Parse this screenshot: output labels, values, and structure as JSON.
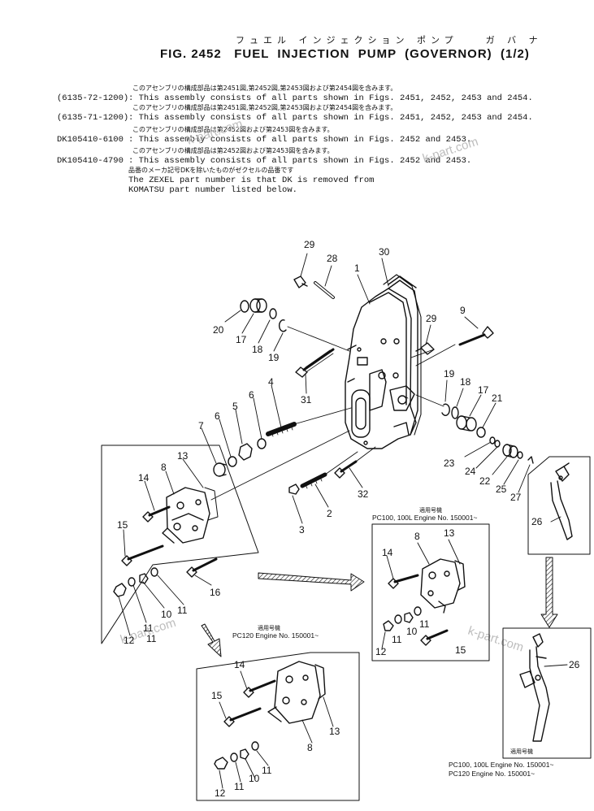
{
  "header": {
    "jp_title": "フュエル インジェクション ポンプ　　ガ バ ナ",
    "title": "FIG. 2452   FUEL  INJECTION  PUMP  (GOVERNOR)  (1/2)"
  },
  "notes": [
    {
      "jp": "このアセンブリの構成部品は第2451図,第2452図,第2453図および第2454図を含みます。",
      "code": "(6135-72-1200)",
      "text": ": This assembly consists of all parts shown in Figs. 2451, 2452, 2453 and 2454."
    },
    {
      "jp": "このアセンブリの構成部品は第2451図,第2452図,第2453図および第2454図を含みます。",
      "code": "(6135-71-1200)",
      "text": ": This assembly consists of all parts shown in Figs. 2451, 2452, 2453 and 2454."
    },
    {
      "jp": "このアセンブリの構成部品は第2452図および第2453図を含みます。",
      "code": "DK105410-6100",
      "text": ": This assembly consists of all parts shown in Figs. 2452 and 2453."
    },
    {
      "jp": "このアセンブリの構成部品は第2452図および第2453図を含みます。",
      "code": "DK105410-4790",
      "text": ": This assembly consists of all parts shown in Figs. 2452 and 2453."
    }
  ],
  "zexel_note": {
    "jp": "品番のメーカ記号DKを除いたものがゼクセルの品番です",
    "line1": "The ZEXEL part number is that DK is removed from",
    "line2": "KOMATSU part number listed below."
  },
  "watermarks": [
    "k-part.com",
    "k-part.com",
    "k-part.com",
    "k-part.com"
  ],
  "callouts": {
    "main": [
      "29",
      "28",
      "30",
      "1",
      "20",
      "17",
      "18",
      "19",
      "29",
      "9",
      "31",
      "4",
      "19",
      "18",
      "17",
      "21",
      "5",
      "6",
      "7",
      "6",
      "23",
      "24",
      "22",
      "25",
      "27",
      "2",
      "32",
      "3"
    ],
    "box_left": [
      "13",
      "8",
      "14",
      "15",
      "16",
      "11",
      "10",
      "11",
      "11",
      "12"
    ],
    "box_mid": [
      "8",
      "13",
      "14",
      "11",
      "10",
      "11",
      "12",
      "15"
    ],
    "box_bottom": [
      "14",
      "15",
      "13",
      "8",
      "11",
      "10",
      "11",
      "12"
    ],
    "box_right_top": [
      "26"
    ],
    "box_right_bottom": [
      "26"
    ]
  },
  "captions": {
    "mid_jp": "適用号機",
    "mid_line1": "PC100, 100L  Engine  No. 150001~",
    "bottom_jp": "適用号機",
    "bottom_line1": "PC120   Engine  No. 150001~",
    "right_jp": "適用号機",
    "right_line1": "PC100, 100L  Engine  No. 150001~",
    "right_line2": "PC120            Engine  No. 150001~"
  }
}
